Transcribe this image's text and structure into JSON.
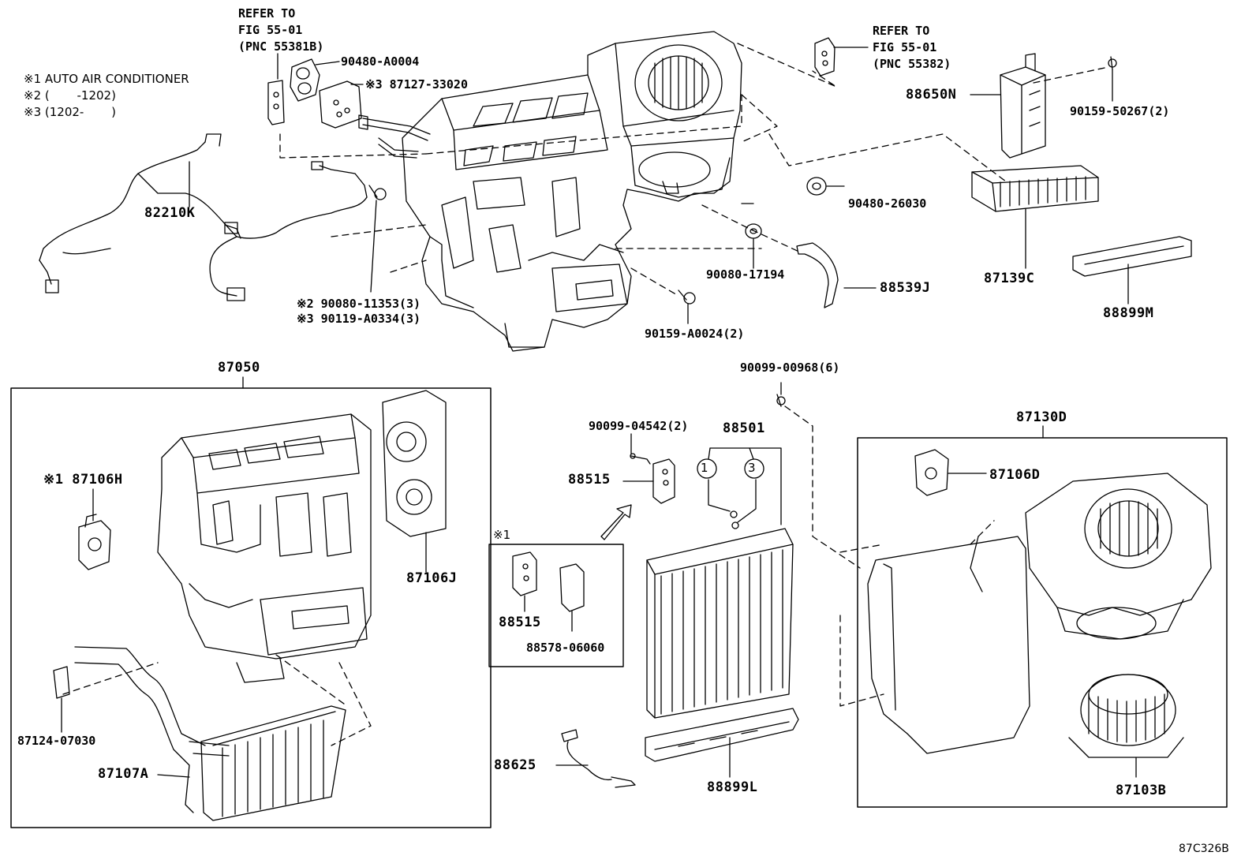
{
  "diagram_id": "87C326B",
  "notes": [
    "※1 AUTO AIR CONDITIONER",
    "※2 (　　 -1202)",
    "※3 (1202-　　 )"
  ],
  "refer_left": {
    "line1": "REFER TO",
    "line2": "FIG 55-01",
    "line3": "(PNC 55381B)"
  },
  "refer_right": {
    "line1": "REFER TO",
    "line2": "FIG 55-01",
    "line3": "(PNC 55382)"
  },
  "parts": {
    "p90480_A0004": "90480-A0004",
    "p87127_33020": "※3 87127-33020",
    "p82210K": "82210K",
    "p90080_11353": "※2 90080-11353(3)",
    "p90119_A0334": "※3 90119-A0334(3)",
    "p90159_A0024": "90159-A0024(2)",
    "p90080_17194": "90080-17194",
    "p90480_26030": "90480-26030",
    "p88539J": "88539J",
    "p88650N": "88650N",
    "p90159_50267": "90159-50267(2)",
    "p87139C": "87139C",
    "p88899M": "88899M",
    "p87050": "87050",
    "p87106H": "※1 87106H",
    "p87106J": "87106J",
    "p87124_07030": "87124-07030",
    "p87107A": "87107A",
    "p90099_00968": "90099-00968(6)",
    "p90099_04542": "90099-04542(2)",
    "p88501": "88501",
    "p88515_top": "88515",
    "p88515_box": "88515",
    "p88578_06060": "88578-06060",
    "box_note": "※1",
    "callout_1": "1",
    "callout_3": "3",
    "p88625": "88625",
    "p88899L": "88899L",
    "p87130D": "87130D",
    "p87106D": "87106D",
    "p87103B": "87103B"
  },
  "icons": [
    "hvac-unit-icon",
    "wire-harness-icon",
    "cabin-filter-icon",
    "evaporator-icon",
    "heater-core-icon",
    "blower-motor-icon",
    "servo-motor-icon",
    "bolt-icon",
    "grommet-icon",
    "hose-icon",
    "expansion-valve-icon",
    "amplifier-icon"
  ],
  "colors": {
    "line": "#000000",
    "background": "#ffffff"
  }
}
